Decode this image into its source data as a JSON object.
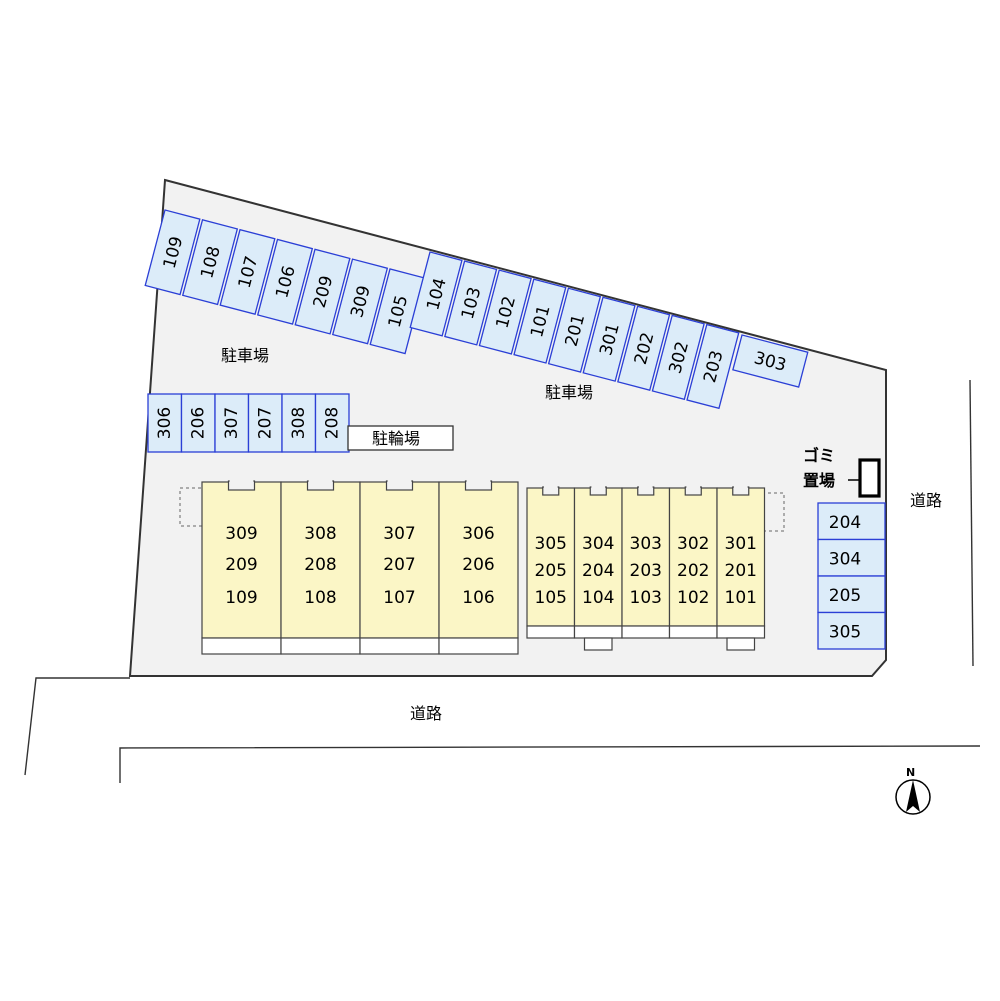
{
  "labels": {
    "parking_west": "駐車場",
    "parking_center": "駐車場",
    "bicycle_parking": "駐輪場",
    "garbage_line1": "ゴミ",
    "garbage_line2": "置場",
    "road_south": "道路",
    "road_east": "道路",
    "north": "N"
  },
  "parking": {
    "top_row_left": [
      "109",
      "108",
      "107",
      "106",
      "209",
      "309",
      "105"
    ],
    "top_row_right": [
      "104",
      "103",
      "102",
      "101",
      "201",
      "301",
      "202",
      "302",
      "203"
    ],
    "top_row_end": "303",
    "middle_row": [
      "306",
      "206",
      "307",
      "207",
      "308",
      "208"
    ],
    "east_column": [
      "204",
      "304",
      "205",
      "305"
    ]
  },
  "buildings": {
    "west": [
      [
        "309",
        "209",
        "109"
      ],
      [
        "308",
        "208",
        "108"
      ],
      [
        "307",
        "207",
        "107"
      ],
      [
        "306",
        "206",
        "106"
      ]
    ],
    "east": [
      [
        "305",
        "205",
        "105"
      ],
      [
        "304",
        "204",
        "104"
      ],
      [
        "303",
        "203",
        "103"
      ],
      [
        "302",
        "202",
        "102"
      ],
      [
        "301",
        "201",
        "101"
      ]
    ]
  }
}
